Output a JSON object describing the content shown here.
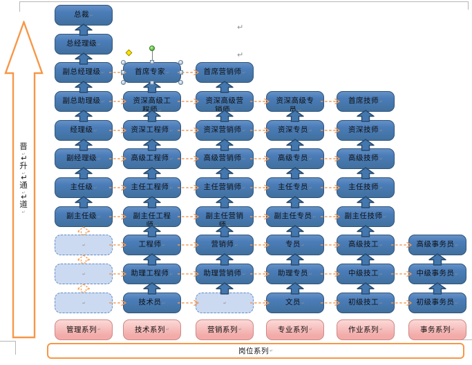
{
  "title": "岗位晋升通道图",
  "promotion_channel": {
    "label": "晋升通道",
    "label_chars": [
      "晋",
      "升",
      "通",
      "道"
    ]
  },
  "footer": {
    "label": "岗位系列"
  },
  "marks": {
    "return_mark": "↵"
  },
  "colors": {
    "node_fill": "#4A7CB8",
    "node_fill_hi": "#6490C6",
    "node_border": "#2E5377",
    "placeholder_fill": "#CBDAF1",
    "placeholder_border": "#5E88C4",
    "series_fill": "#F2ABA9",
    "series_border": "#CE8785",
    "connector_orange": "#F79646",
    "selection_green": "#5FBF46",
    "selection_yellow": "#FFE600"
  },
  "columns": [
    {
      "series": "管理系列",
      "boxes": [
        {
          "row": 1,
          "label": "总裁",
          "type": "solid"
        },
        {
          "row": 2,
          "label": "总经理级",
          "type": "solid",
          "arrow": "solid"
        },
        {
          "row": 3,
          "label": "副总经理级",
          "type": "solid",
          "arrow": "solid"
        },
        {
          "row": 4,
          "label": "副总助理级",
          "type": "solid",
          "arrow": "solid"
        },
        {
          "row": 5,
          "label": "经理级",
          "type": "solid",
          "arrow": "solid"
        },
        {
          "row": 6,
          "label": "副经理级",
          "type": "solid",
          "arrow": "solid"
        },
        {
          "row": 7,
          "label": "主任级",
          "type": "solid",
          "arrow": "solid"
        },
        {
          "row": 8,
          "label": "副主任级",
          "type": "solid",
          "arrow": "solid"
        },
        {
          "row": 9,
          "label": "",
          "type": "dashed",
          "arrow": "dashed"
        },
        {
          "row": 10,
          "label": "",
          "type": "dashed",
          "arrow": "dashed"
        },
        {
          "row": 11,
          "label": "",
          "type": "dashed",
          "arrow": "dashed"
        }
      ]
    },
    {
      "series": "技术系列",
      "boxes": [
        {
          "row": 3,
          "label": "首席专家",
          "type": "solid",
          "selected": true
        },
        {
          "row": 4,
          "label": "资深高级工程师",
          "type": "solid",
          "arrow": "solid"
        },
        {
          "row": 5,
          "label": "资深工程师",
          "type": "solid",
          "arrow": "solid"
        },
        {
          "row": 6,
          "label": "高级工程师",
          "type": "solid",
          "arrow": "solid"
        },
        {
          "row": 7,
          "label": "主任工程师",
          "type": "solid",
          "arrow": "solid"
        },
        {
          "row": 8,
          "label": "副主任工程师",
          "type": "solid",
          "arrow": "solid"
        },
        {
          "row": 9,
          "label": "工程师",
          "type": "solid",
          "arrow": "solid"
        },
        {
          "row": 10,
          "label": "助理工程师",
          "type": "solid",
          "arrow": "solid"
        },
        {
          "row": 11,
          "label": "技术员",
          "type": "solid",
          "arrow": "solid"
        }
      ]
    },
    {
      "series": "营销系列",
      "boxes": [
        {
          "row": 3,
          "label": "首席营销师",
          "type": "solid"
        },
        {
          "row": 4,
          "label": "资深高级营销师",
          "type": "solid",
          "arrow": "solid"
        },
        {
          "row": 5,
          "label": "资深营销师",
          "type": "solid",
          "arrow": "solid"
        },
        {
          "row": 6,
          "label": "高级营销师",
          "type": "solid",
          "arrow": "solid"
        },
        {
          "row": 7,
          "label": "主任营销师",
          "type": "solid",
          "arrow": "solid"
        },
        {
          "row": 8,
          "label": "副主任营销师",
          "type": "solid",
          "arrow": "solid"
        },
        {
          "row": 9,
          "label": "营销师",
          "type": "solid",
          "arrow": "solid"
        },
        {
          "row": 10,
          "label": "助理营销师",
          "type": "solid",
          "arrow": "solid"
        },
        {
          "row": 11,
          "label": "",
          "type": "dashed",
          "arrow": "solid"
        }
      ]
    },
    {
      "series": "专业系列",
      "boxes": [
        {
          "row": 4,
          "label": "资深高级专员",
          "type": "solid"
        },
        {
          "row": 5,
          "label": "资深专员",
          "type": "solid",
          "arrow": "solid"
        },
        {
          "row": 6,
          "label": "高级专员",
          "type": "solid",
          "arrow": "solid"
        },
        {
          "row": 7,
          "label": "主任专员",
          "type": "solid",
          "arrow": "solid"
        },
        {
          "row": 8,
          "label": "副主任专员",
          "type": "solid",
          "arrow": "solid"
        },
        {
          "row": 9,
          "label": "专员",
          "type": "solid",
          "arrow": "solid"
        },
        {
          "row": 10,
          "label": "助理专员",
          "type": "solid",
          "arrow": "solid"
        },
        {
          "row": 11,
          "label": "文员",
          "type": "solid",
          "arrow": "solid"
        }
      ]
    },
    {
      "series": "作业系列",
      "boxes": [
        {
          "row": 4,
          "label": "首席技师",
          "type": "solid"
        },
        {
          "row": 5,
          "label": "资深技师",
          "type": "solid",
          "arrow": "solid"
        },
        {
          "row": 6,
          "label": "高级技师",
          "type": "solid",
          "arrow": "solid"
        },
        {
          "row": 7,
          "label": "主任技师",
          "type": "solid",
          "arrow": "solid"
        },
        {
          "row": 8,
          "label": "副主任技师",
          "type": "solid",
          "arrow": "solid"
        },
        {
          "row": 9,
          "label": "高级技工",
          "type": "solid",
          "arrow": "solid"
        },
        {
          "row": 10,
          "label": "中级技工",
          "type": "solid",
          "arrow": "solid"
        },
        {
          "row": 11,
          "label": "初级技工",
          "type": "solid",
          "arrow": "solid"
        }
      ]
    },
    {
      "series": "事务系列",
      "boxes": [
        {
          "row": 9,
          "label": "高级事务员",
          "type": "solid"
        },
        {
          "row": 10,
          "label": "中级事务员",
          "type": "solid",
          "arrow": "solid"
        },
        {
          "row": 11,
          "label": "初级事务员",
          "type": "solid",
          "arrow": "solid"
        }
      ]
    }
  ]
}
